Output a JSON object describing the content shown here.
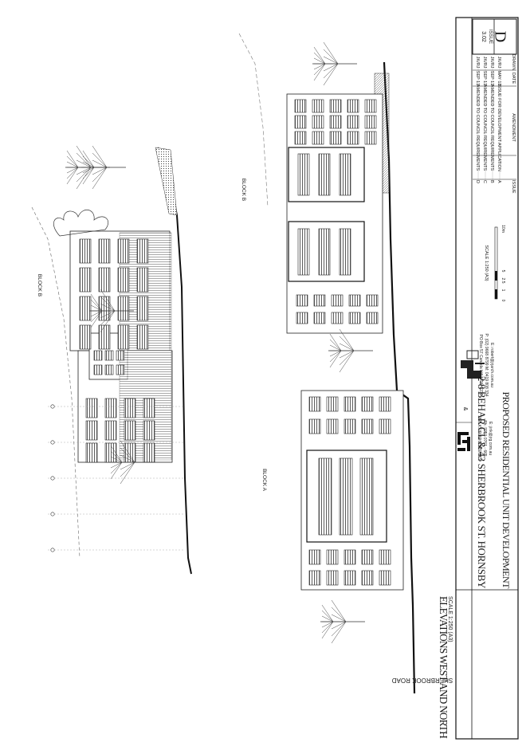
{
  "title_block": {
    "sheet_title": "ELEVATIONS WEST AND NORTH",
    "sheet_scale": "SCALE 1:250 (A3)",
    "project_address": "2-8 BEHAR CL & 43 SHERBROOK ST. HORNSBY",
    "project_name": "PROPOSED RESIDENTIAL UNIT DEVELOPMENT",
    "drawing_no": "3.02",
    "issue_label": "ISSUE",
    "issue_letter": "D",
    "architect": {
      "name": "JIRI KSIR ARCHITECTS",
      "phone": "Ph: 9251 0761 - 665",
      "email": "E: jirik@jrg.com.au"
    },
    "landscape": {
      "address": "PO Box 57 Canada Hill NSW 2230",
      "phone": "P: (02) 9668 8799  M: 0419 808 334",
      "email": "E: robert@jrjarch.com.au"
    },
    "ampersand": "&",
    "scale_bar": {
      "label": "SCALE 1:250 (A3)",
      "ticks": [
        "0",
        "1",
        "2.5",
        "5",
        "10m"
      ]
    },
    "revision_headers": {
      "issue": "ISSUE",
      "amendment": "AMENDMENT",
      "date": "DATE",
      "drawn": "DRAWN"
    },
    "revisions": [
      {
        "issue": "D",
        "amendment": "AMENDED TO COUNCIL REQUIREMENTS",
        "date": "SEP 13",
        "drawn": "JK/RJ"
      },
      {
        "issue": "C",
        "amendment": "AMENDED TO COUNCIL REQUIREMENTS",
        "date": "SEP 13",
        "drawn": "JK/RJ"
      },
      {
        "issue": "B",
        "amendment": "AMENDED TO COUNCIL REQUIREMENTS",
        "date": "SEP 13",
        "drawn": "JK/RJ"
      },
      {
        "issue": "A",
        "amendment": "ISSUE FOR DEVELOPMENT APPLICATION",
        "date": "MAY 13",
        "drawn": "JK/RJ"
      }
    ]
  },
  "drawing_labels": {
    "block_a": "BLOCK A",
    "block_b_upper": "BLOCK B",
    "block_b_lower": "BLOCK B",
    "street": "SHERBROOK ROAD"
  }
}
